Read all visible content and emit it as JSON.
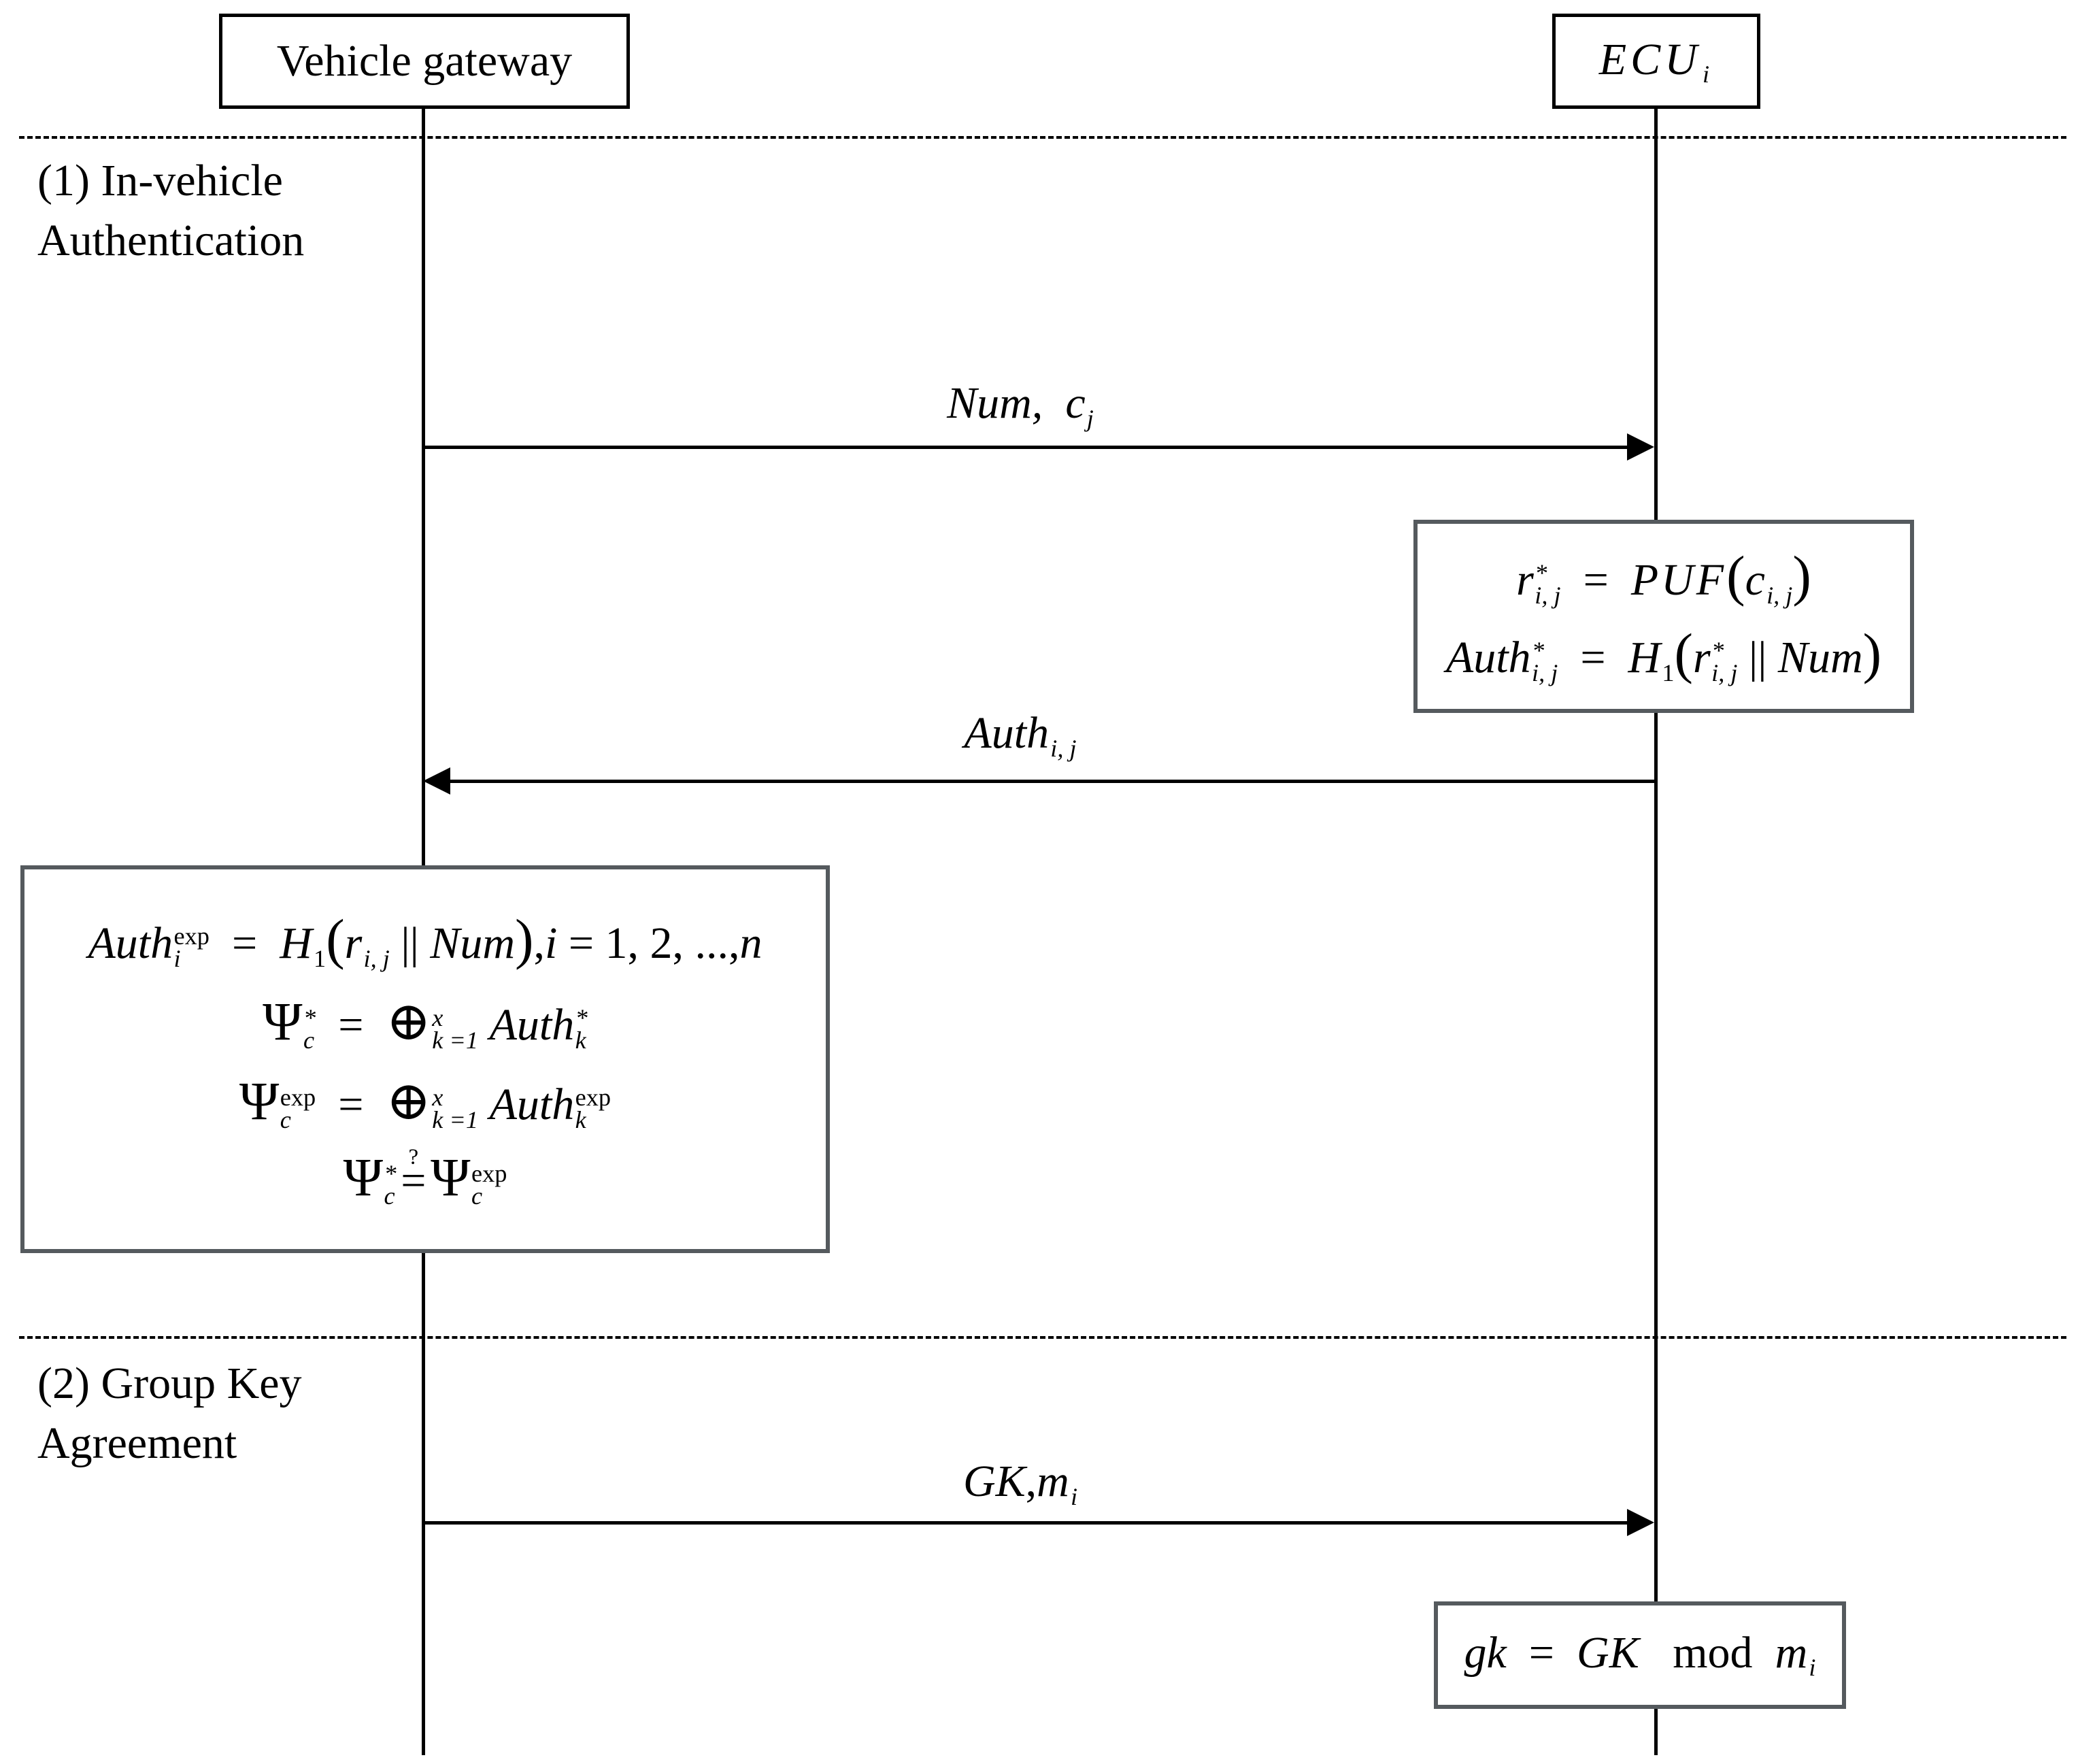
{
  "actors": {
    "gateway": {
      "label": "Vehicle gateway"
    },
    "ecu": {
      "label": "ECU",
      "label_sub": "i"
    }
  },
  "phases": [
    {
      "line1": "(1) In-vehicle",
      "line2": "Authentication"
    },
    {
      "line1": "(2) Group Key",
      "line2": "Agreement"
    }
  ],
  "messages": {
    "m1": {
      "direction": "gateway-to-ecu",
      "a": "Num,",
      "b": "c",
      "b_sub": "j"
    },
    "m2": {
      "direction": "ecu-to-gateway",
      "a": "Auth",
      "a_sub": "i, j"
    },
    "m3": {
      "direction": "gateway-to-ecu",
      "a": "GK",
      "sep": ",",
      "b": "m",
      "b_sub": "i"
    }
  },
  "ecu_box1": {
    "eq1": {
      "lhs": "r",
      "lhs_sup": "*",
      "lhs_sub": "i, j",
      "op": "=",
      "func": "PUF",
      "lp": "(",
      "arg": "c",
      "arg_sub": "i, j",
      "rp": ")"
    },
    "eq2": {
      "lhs": "Auth",
      "lhs_sup": "*",
      "lhs_sub": "i, j",
      "op": "=",
      "func": "H",
      "func_sub": "1",
      "lp": "(",
      "arg": "r",
      "arg_sup": "*",
      "arg_sub": "i, j",
      "cat": "||",
      "arg2": "Num",
      "rp": ")"
    }
  },
  "gateway_box": {
    "eq1": {
      "lhs": "Auth",
      "lhs_sup": "exp",
      "lhs_sub": "i",
      "op": "=",
      "func": "H",
      "func_sub": "1",
      "lp": "(",
      "arg": "r",
      "arg_sub": "i, j",
      "cat": "||",
      "arg2": "Num",
      "rp": ")",
      "tail": ",",
      "ivar": "i",
      "ieq": "= 1, 2, ...,",
      "n": "n"
    },
    "eq2": {
      "psi": "Ψ",
      "psi_sup": "*",
      "psi_sub": "c",
      "op": "=",
      "xor": "⊕",
      "xor_sup": "x",
      "xor_sub": "k =1",
      "term": "Auth",
      "term_sup": "*",
      "term_sub": "k"
    },
    "eq3": {
      "psi": "Ψ",
      "psi_sup": "exp",
      "psi_sub": "c",
      "op": "=",
      "xor": "⊕",
      "xor_sup": "x",
      "xor_sub": "k =1",
      "term": "Auth",
      "term_sup": "exp",
      "term_sub": "k"
    },
    "eq4": {
      "psi": "Ψ",
      "psi_sup": "*",
      "psi_sub": "c",
      "q": "?",
      "op": "=",
      "psi2": "Ψ",
      "psi2_sup": "exp",
      "psi2_sub": "c"
    }
  },
  "ecu_box2": {
    "eq1": {
      "lhs": "gk",
      "op": "=",
      "k": "GK",
      "mod": "mod",
      "m": "m",
      "m_sub": "i"
    }
  }
}
